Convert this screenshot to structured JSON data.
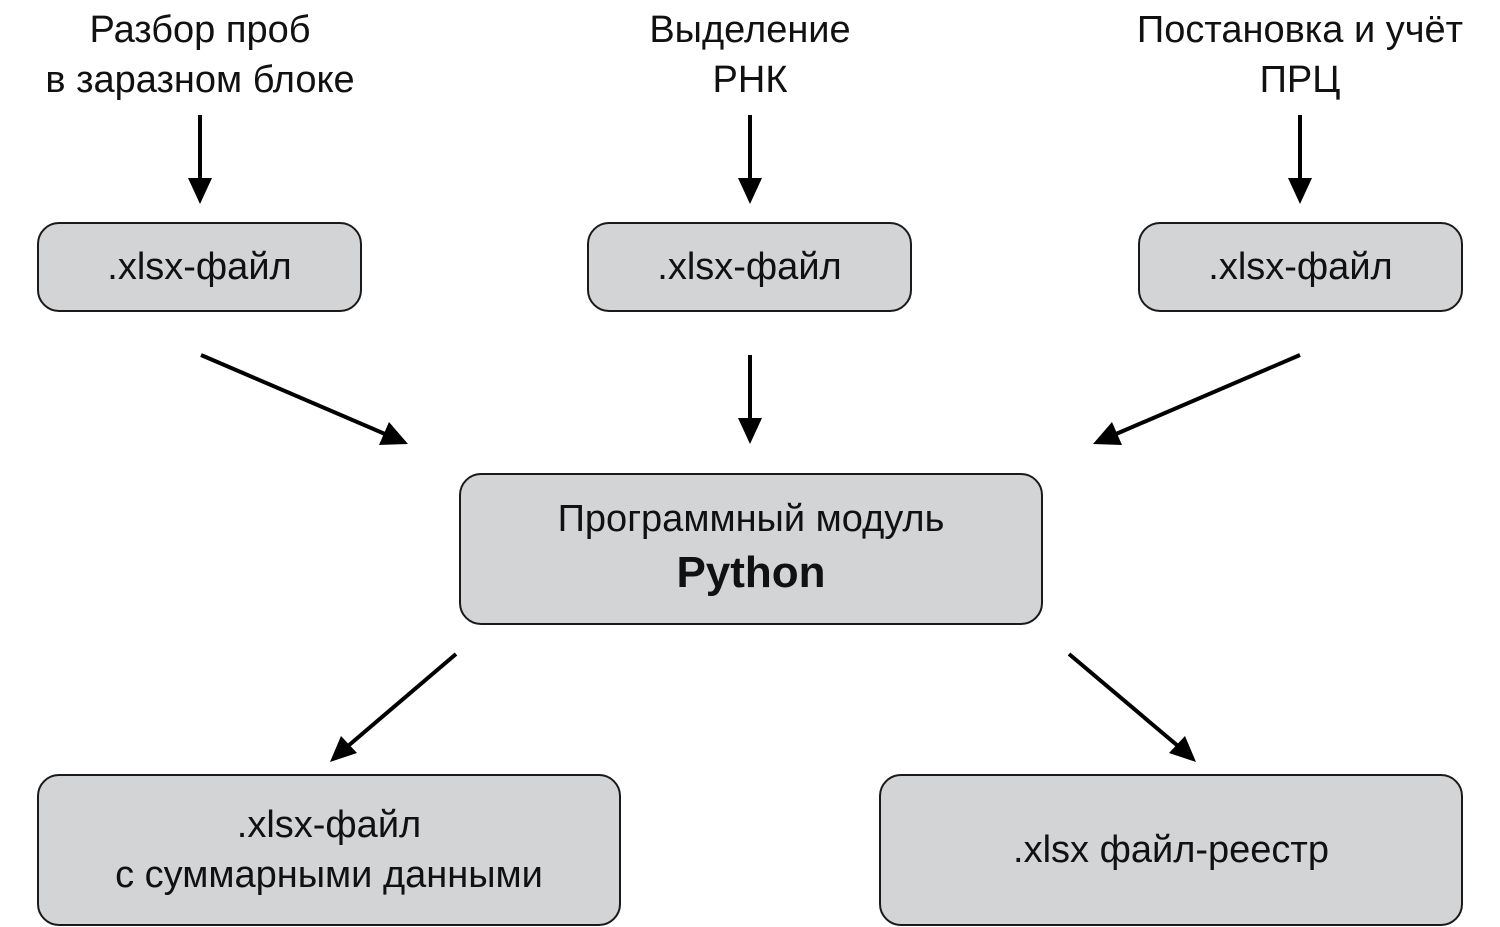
{
  "sources": [
    {
      "label_lines": [
        "Разбор проб",
        "в заразном блоке"
      ],
      "file_label": ".xlsx-файл"
    },
    {
      "label_lines": [
        "Выделение",
        "РНК"
      ],
      "file_label": ".xlsx-файл"
    },
    {
      "label_lines": [
        "Постановка и учёт",
        "ПРЦ"
      ],
      "file_label": ".xlsx-файл"
    }
  ],
  "module": {
    "line1": "Программный модуль",
    "line2": "Python"
  },
  "outputs": [
    {
      "lines": [
        ".xlsx-файл",
        "с суммарными данными"
      ]
    },
    {
      "lines": [
        ".xlsx файл-реестр"
      ]
    }
  ],
  "colors": {
    "box_fill": "#d3d4d6",
    "box_border": "#1a1a1a",
    "arrow": "#000000",
    "text": "#111111"
  }
}
